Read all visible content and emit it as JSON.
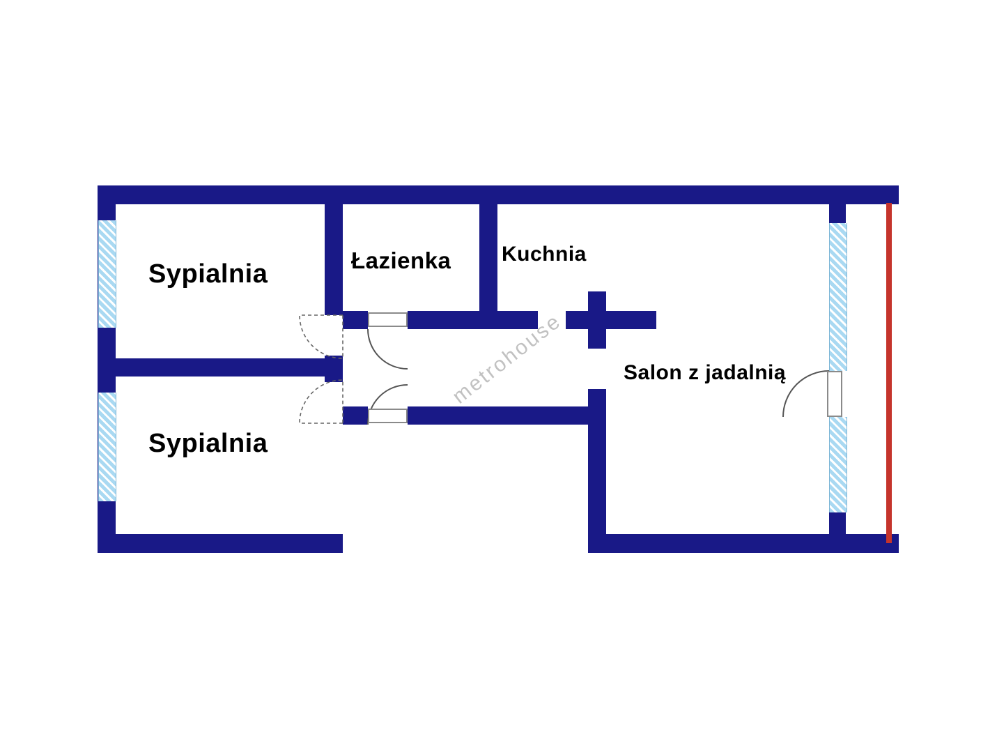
{
  "watermark": {
    "text": "metrohouse"
  },
  "rooms": [
    {
      "id": "bedroom-1",
      "label": "Sypialnia"
    },
    {
      "id": "bedroom-2",
      "label": "Sypialnia"
    },
    {
      "id": "bathroom",
      "label": "Łazienka"
    },
    {
      "id": "kitchen",
      "label": "Kuchnia"
    },
    {
      "id": "living-room",
      "label": "Salon z jadalnią"
    }
  ],
  "colors": {
    "wall": "#191987",
    "window": "#a9d9f2",
    "window_stripe": "#ffffff",
    "balcony": "#c5342c",
    "door": "#555555",
    "label": "#000000",
    "watermark": "#999999",
    "background": "#ffffff"
  }
}
